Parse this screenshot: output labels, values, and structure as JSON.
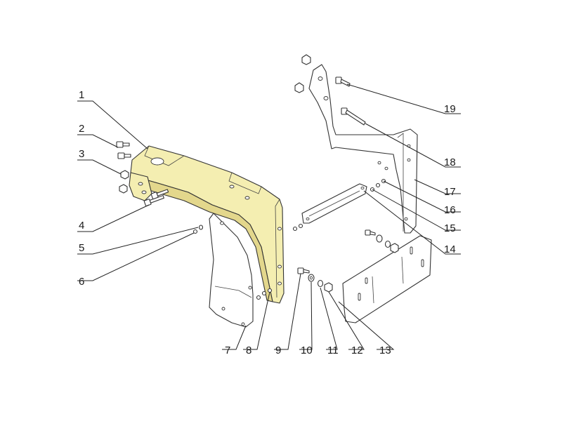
{
  "colors": {
    "highlight_fill": "#f4eeb1",
    "highlight_shade": "#e3d78c",
    "part_fill": "#ffffff",
    "line": "#333333"
  },
  "callouts": [
    {
      "id": "1",
      "label": "1"
    },
    {
      "id": "2",
      "label": "2"
    },
    {
      "id": "3",
      "label": "3"
    },
    {
      "id": "4",
      "label": "4"
    },
    {
      "id": "5",
      "label": "5"
    },
    {
      "id": "6",
      "label": "6"
    },
    {
      "id": "7",
      "label": "7"
    },
    {
      "id": "8",
      "label": "8"
    },
    {
      "id": "9",
      "label": "9"
    },
    {
      "id": "10",
      "label": "10"
    },
    {
      "id": "11",
      "label": "11"
    },
    {
      "id": "12",
      "label": "12"
    },
    {
      "id": "13",
      "label": "13"
    },
    {
      "id": "14",
      "label": "14"
    },
    {
      "id": "15",
      "label": "15"
    },
    {
      "id": "16",
      "label": "16"
    },
    {
      "id": "17",
      "label": "17"
    },
    {
      "id": "18",
      "label": "18"
    },
    {
      "id": "19",
      "label": "19"
    }
  ]
}
